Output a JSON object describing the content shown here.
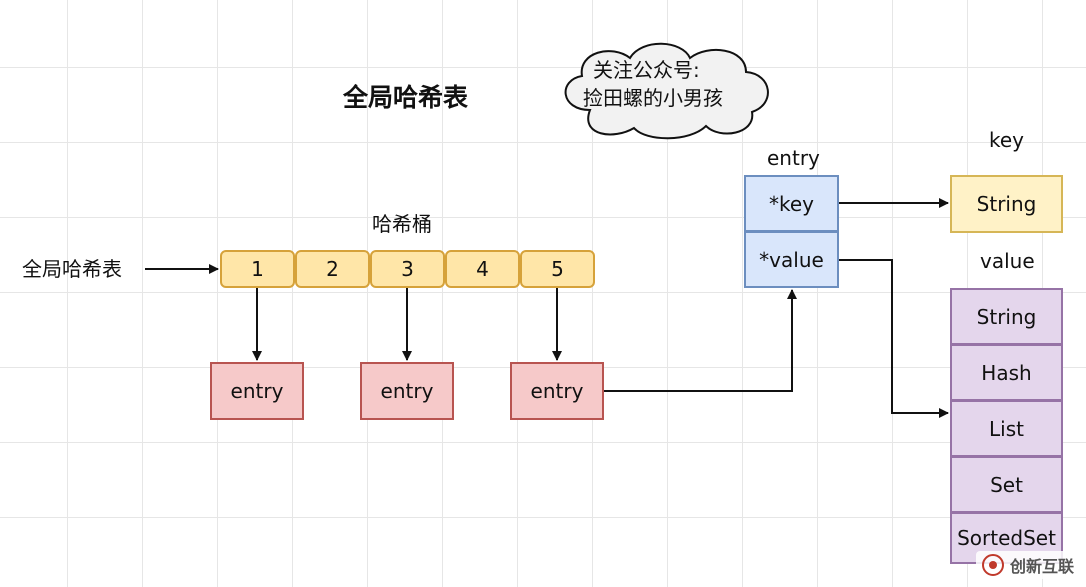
{
  "title": "全局哈希表",
  "cloud_note": {
    "line1": "关注公众号:",
    "line2": "捡田螺的小男孩"
  },
  "bucket_label": "哈希桶",
  "table_label": "全局哈希表",
  "buckets": [
    "1",
    "2",
    "3",
    "4",
    "5"
  ],
  "entries": [
    "entry",
    "entry",
    "entry"
  ],
  "entry_struct": {
    "label": "entry",
    "key_field": "*key",
    "value_field": "*value"
  },
  "key_section": {
    "label": "key",
    "type": "String"
  },
  "value_section": {
    "label": "value",
    "types": [
      "String",
      "Hash",
      "List",
      "Set",
      "SortedSet"
    ]
  },
  "watermark": "创新互联",
  "colors": {
    "bucket_fill": "#ffe6a8",
    "bucket_border": "#d6a23a",
    "entry_fill": "#f6c9c9",
    "entry_border": "#b85450",
    "kv_fill": "#d9e6fb",
    "kv_border": "#6c8ebf",
    "string_fill": "#fff2c7",
    "string_border": "#d6b656",
    "type_fill": "#e4d6ec",
    "type_border": "#9673a6"
  }
}
